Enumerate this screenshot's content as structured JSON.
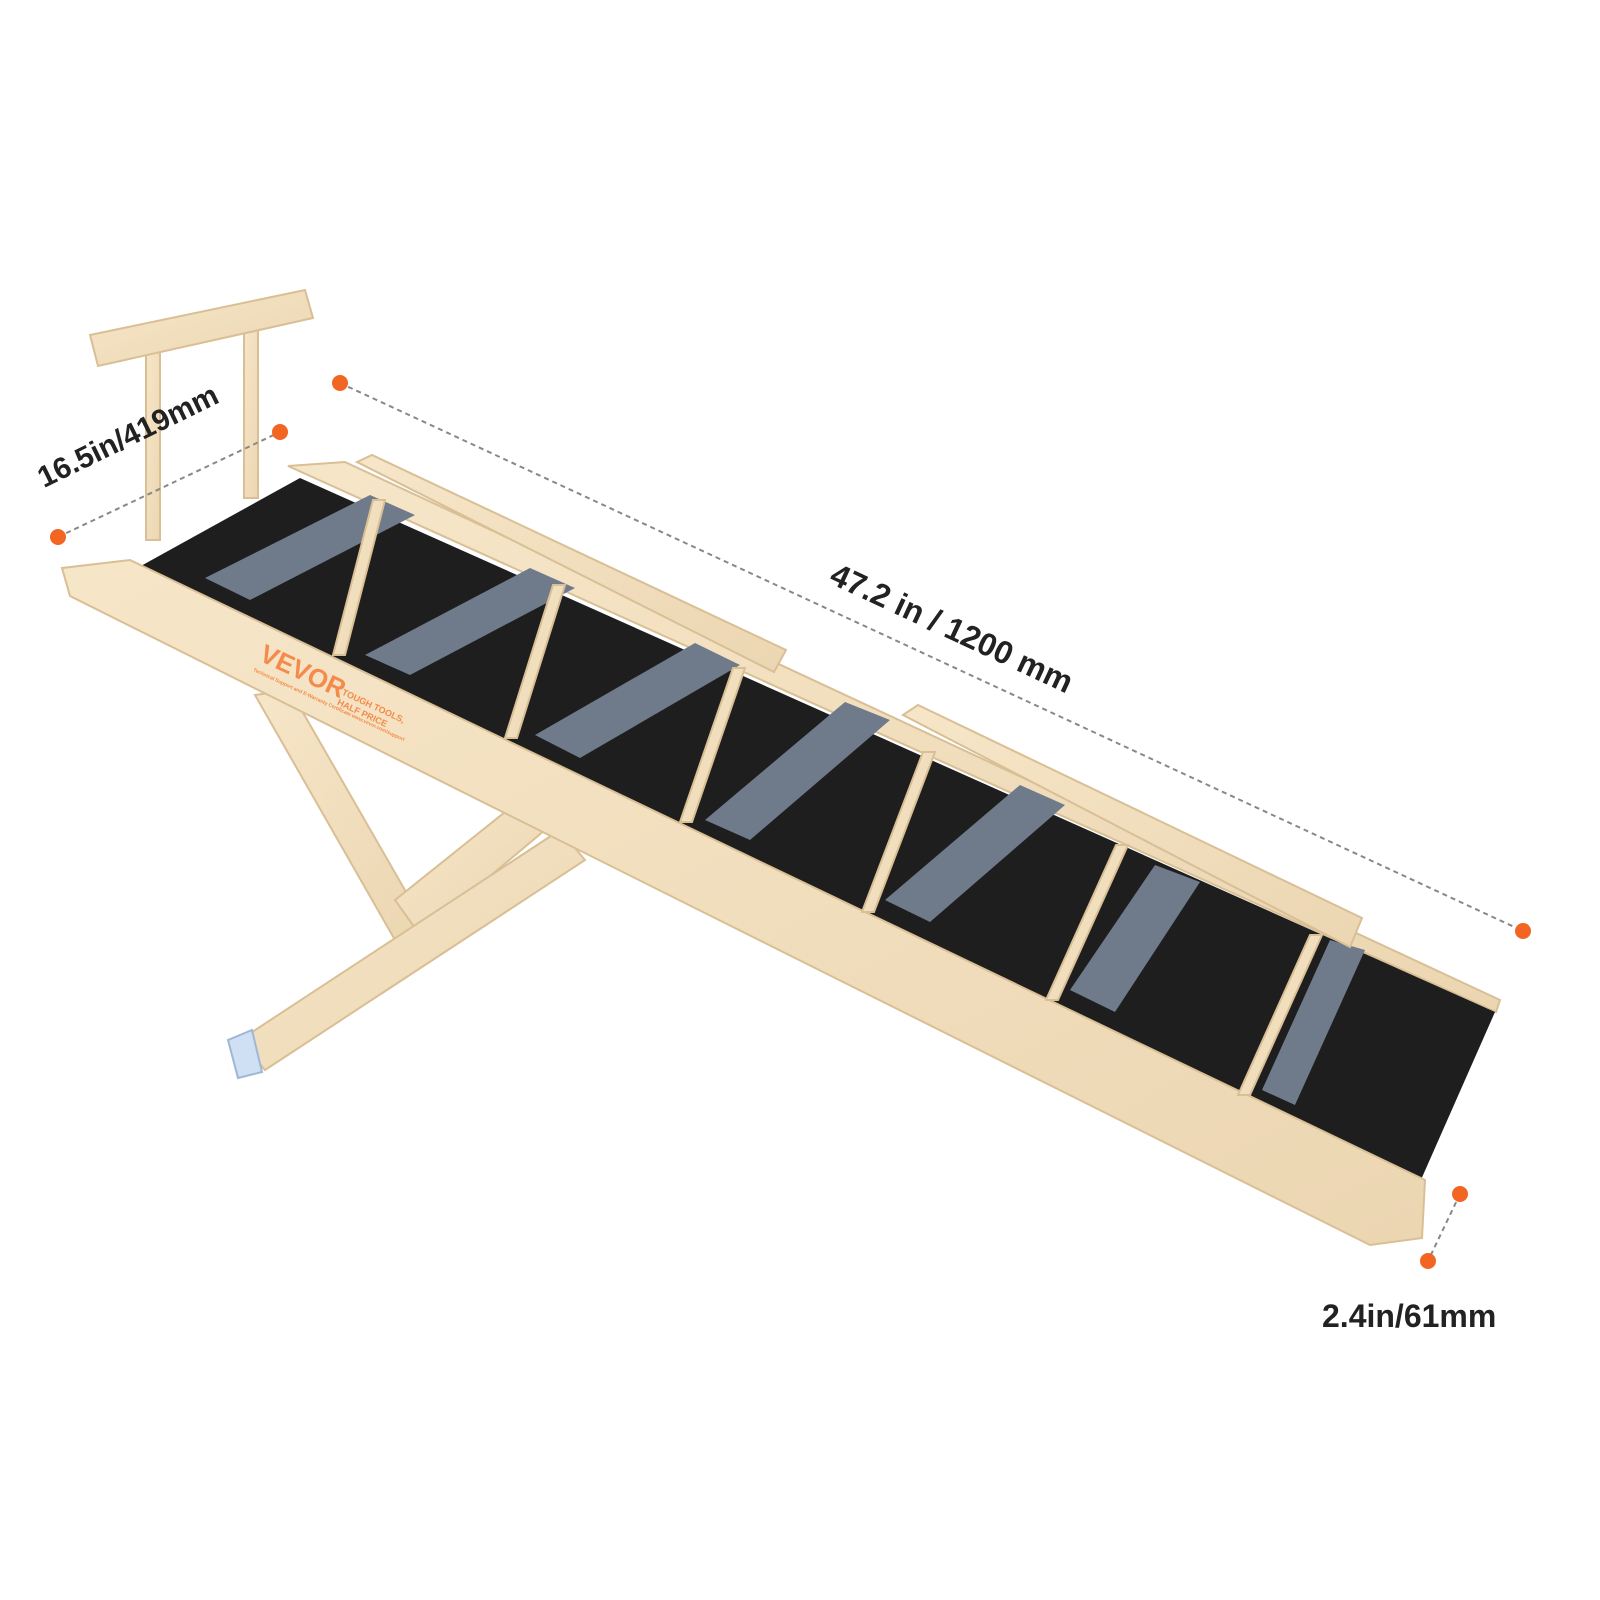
{
  "product": {
    "brand_logo": "VEVOR",
    "logo_tagline": "TOUGH TOOLS, HALF PRICE",
    "logo_subline": "Technical Support and E-Warranty Certificate www.vevor.com/support"
  },
  "dimensions": {
    "width_label": "16.5in/419mm",
    "length_label": "47.2 in / 1200 mm",
    "height_label": "2.4in/61mm"
  },
  "colors": {
    "wood": "#f2dfc0",
    "surface": "#1e1e1e",
    "carpet": "#6f7a8a",
    "marker": "#f26522",
    "logo": "#f58a4b"
  }
}
